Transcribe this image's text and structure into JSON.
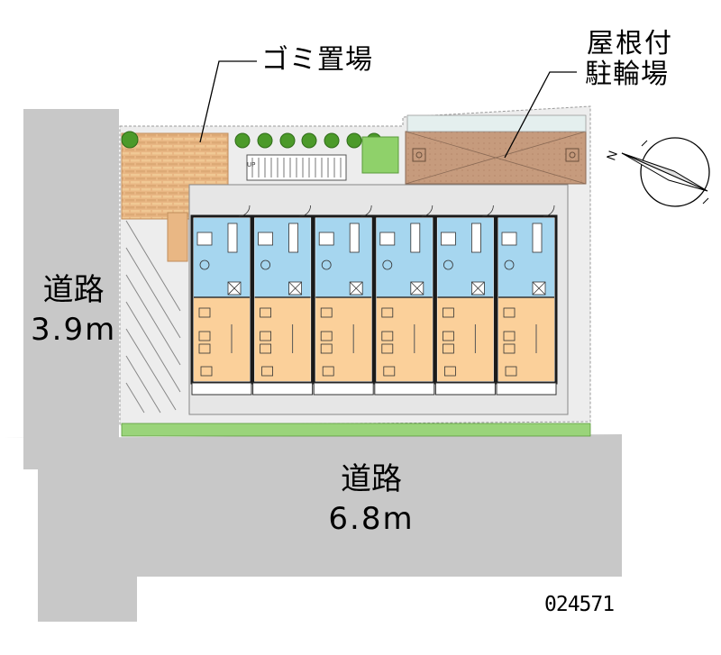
{
  "labels": {
    "road_left_word": "道路",
    "road_left_width": "3.9m",
    "road_bottom_word": "道路",
    "road_bottom_width": "6.8m",
    "garbage_area": "ゴミ置場",
    "bike_parking_line1": "屋根付",
    "bike_parking_line2": "駐輪場",
    "property_id": "024571",
    "stair_marker": "UP"
  },
  "compass": {
    "icon": "north-arrow-icon",
    "direction_letter": "N"
  },
  "colors": {
    "road": "#c8c8c8",
    "lot": "#ebebeb",
    "unit_bath": "#a6d6ef",
    "unit_room": "#fbd09a",
    "wall": "#1a1a1a",
    "tree": "#4c9a2a",
    "hedge": "#8fd16a",
    "bike_roof": "#c49a7c",
    "garbage": "#e3b07a"
  },
  "units": {
    "count": 6
  }
}
